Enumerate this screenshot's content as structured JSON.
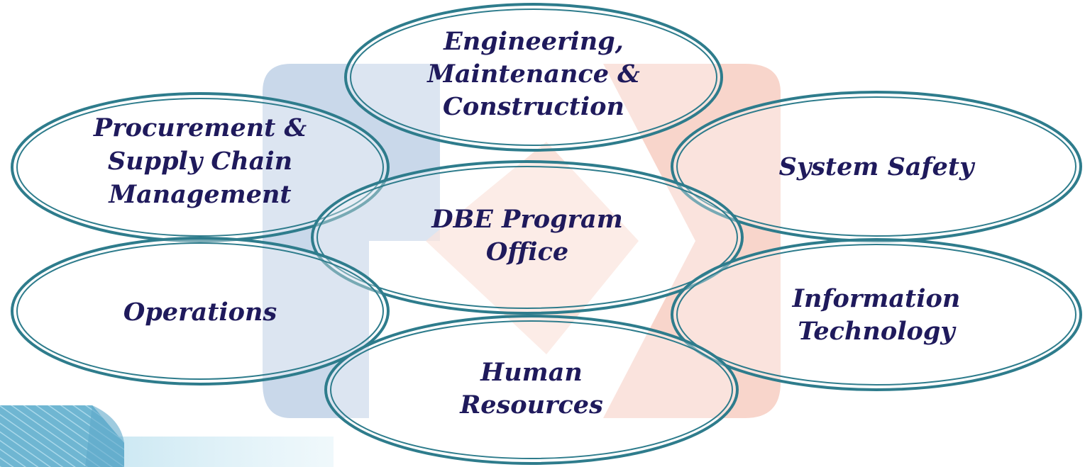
{
  "diagram": {
    "nodes": [
      {
        "id": "engineering",
        "lines": [
          "Engineering,",
          "Maintenance &",
          "Construction"
        ]
      },
      {
        "id": "procurement",
        "lines": [
          "Procurement &",
          "Supply Chain",
          "Management"
        ]
      },
      {
        "id": "system-safety",
        "lines": [
          "System Safety"
        ]
      },
      {
        "id": "dbe-program-office",
        "lines": [
          "DBE Program",
          "Office"
        ]
      },
      {
        "id": "operations",
        "lines": [
          "Operations"
        ]
      },
      {
        "id": "information-technology",
        "lines": [
          "Information",
          "Technology"
        ]
      },
      {
        "id": "human-resources",
        "lines": [
          "Human",
          "Resources"
        ]
      }
    ]
  },
  "colors": {
    "ellipse_fill": "#ffffff",
    "ellipse_stroke": "#2e7c8c",
    "text": "#1f1a5c",
    "watermark_blue": "#c9d8ea",
    "watermark_orange": "#f8d5cb",
    "corner_accent": "#6fb6d2"
  }
}
